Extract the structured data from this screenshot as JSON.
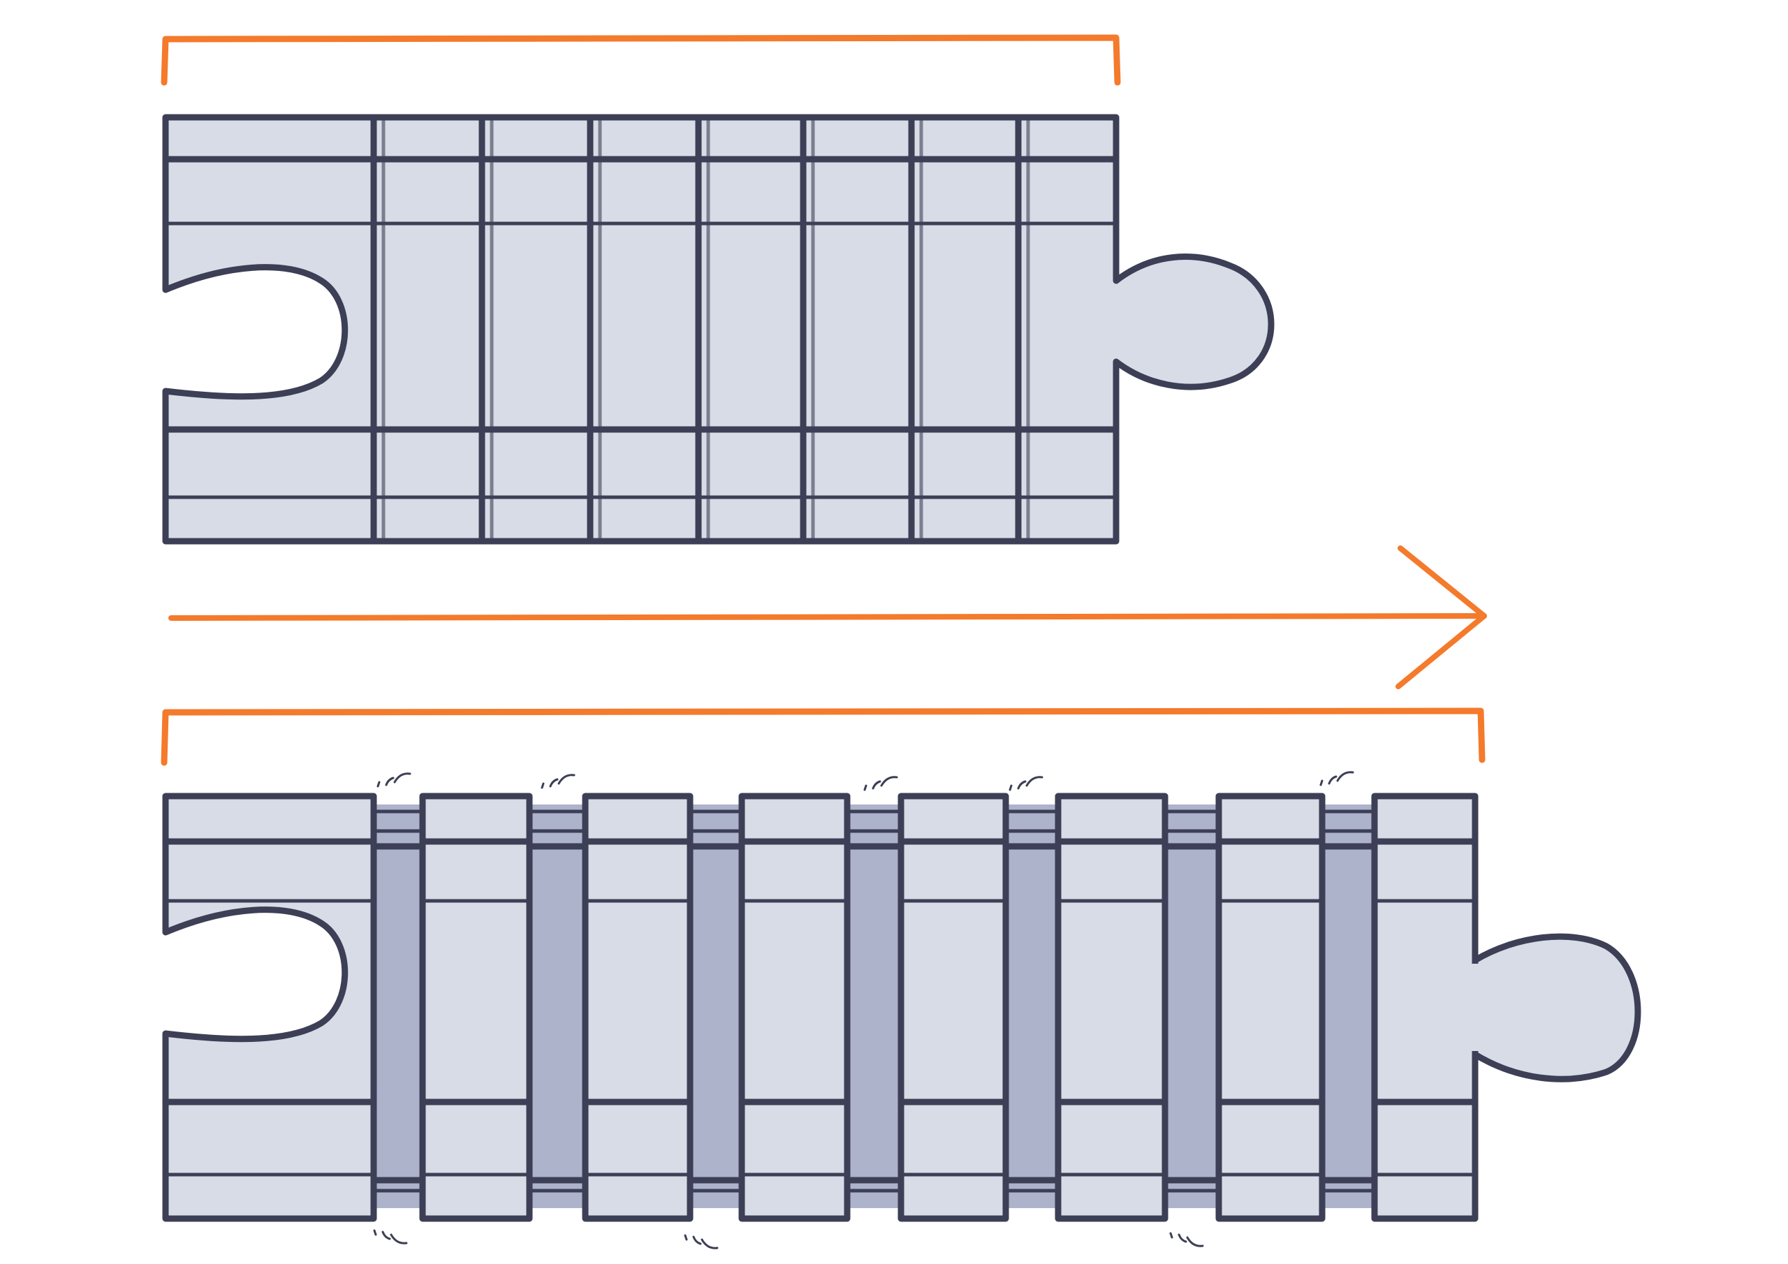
{
  "colors": {
    "ink": "#3c3f55",
    "fill": "#d8dce7",
    "gap": "#adb3ca",
    "accent": "#f47a2c",
    "background": "#ffffff"
  },
  "top_track": {
    "sleeper_count": 8,
    "state": "compressed"
  },
  "bottom_track": {
    "sleeper_count": 8,
    "gap_count": 7,
    "state": "stretched"
  },
  "connectors": {
    "left": "notch",
    "right": "peg"
  },
  "arrow": {
    "direction": "right",
    "icon": "arrow-right-icon"
  }
}
